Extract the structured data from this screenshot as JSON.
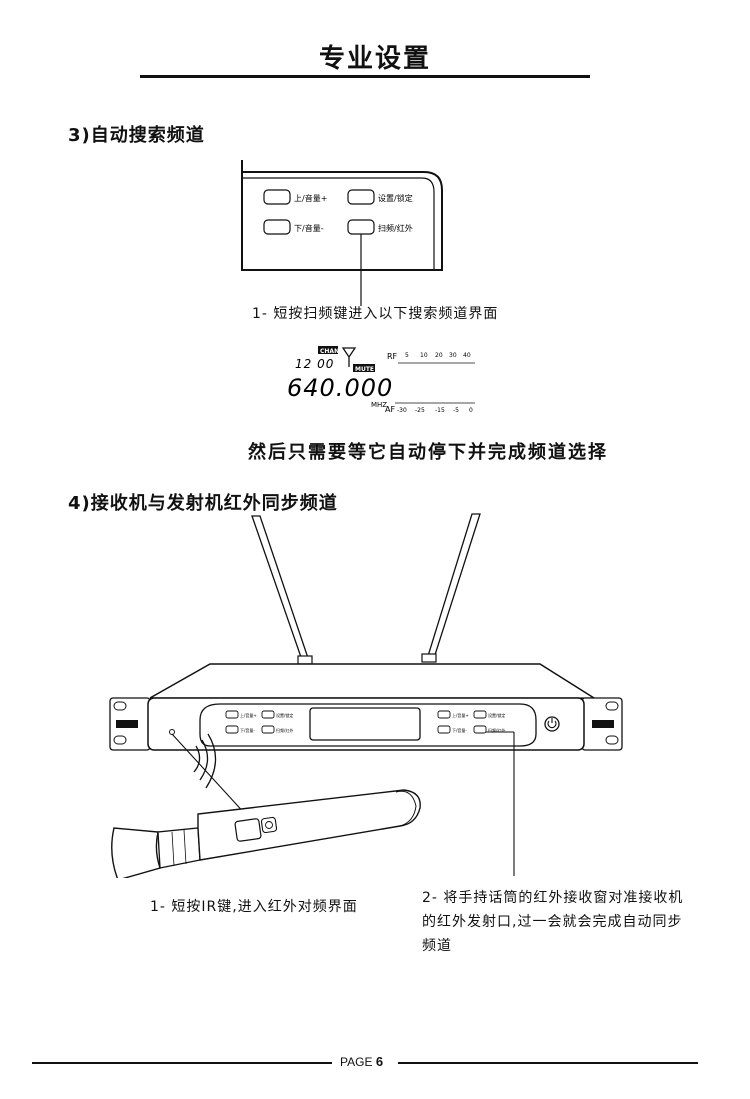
{
  "page": {
    "title": "专业设置",
    "section3": {
      "heading": "3)自动搜索频道",
      "panel_buttons": [
        "上/音量+",
        "设置/锁定",
        "下/音量-",
        "扫频/红外"
      ],
      "step1": "1- 短按扫频键进入以下搜索频道界面",
      "lcd": {
        "chan_label": "CHAN",
        "channel": "12 00",
        "mute": "MUTE",
        "frequency": "640.000",
        "mhz": "MHZ",
        "rf_label": "RF",
        "rf_scale": [
          "5",
          "10",
          "20",
          "30",
          "40"
        ],
        "af_label": "AF",
        "af_scale": [
          "-30",
          "-25",
          "-15",
          "-5",
          "0"
        ]
      },
      "result": "然后只需要等它自动停下并完成频道选择"
    },
    "section4": {
      "heading": "4)接收机与发射机红外同步频道",
      "step1": "1- 短按IR键,进入红外对频界面",
      "step2_lines": [
        "2- 将手持话筒的红外接收窗对准接收机",
        "的红外发射口,过一会就会完成自动同步",
        "频道"
      ]
    },
    "footer": {
      "label": "PAGE",
      "number": "6"
    }
  }
}
